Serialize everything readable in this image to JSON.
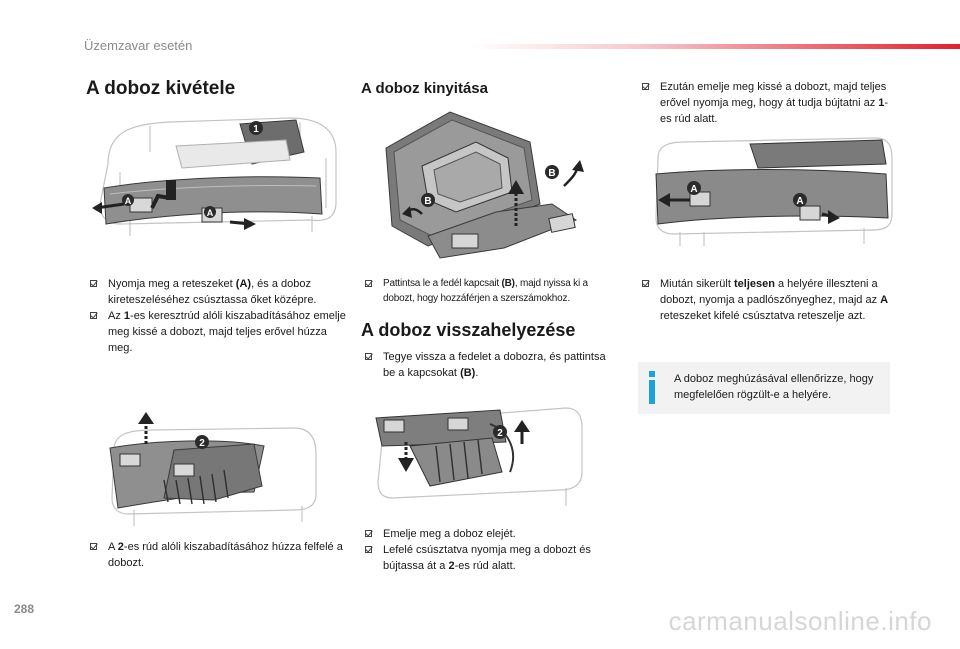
{
  "header": {
    "section": "Üzemzavar esetén"
  },
  "footer": {
    "page_number": "288",
    "watermark": "carmanualsonline.info"
  },
  "col1": {
    "title": "A doboz kivétele",
    "steps_a": [
      [
        "Nyomja meg a reteszeket ",
        "(A)",
        ", és a doboz kireteszeléséhez csúsztassa őket középre."
      ],
      [
        "Az ",
        "1",
        "-es keresztrúd alóli kiszabadításához emelje meg kissé a dobozt, majd teljes erővel húzza meg."
      ]
    ],
    "steps_b": [
      [
        "A ",
        "2",
        "-es rúd alóli kiszabadításához húzza felfelé a dobozt."
      ]
    ],
    "callouts": {
      "one": "1",
      "two": "2",
      "a": "A"
    }
  },
  "col2": {
    "title": "A doboz kinyitása",
    "steps_a": [
      [
        "Pattintsa le a fedél kapcsait ",
        "(B)",
        ", majd nyissa ki a dobozt, hogy hozzáférjen a szerszámokhoz."
      ]
    ],
    "title2": "A doboz visszahelyezése",
    "steps_b": [
      [
        "Tegye vissza a fedelet a dobozra, és pattintsa be a kapcsokat ",
        "(B)",
        "."
      ]
    ],
    "steps_c": [
      [
        "Emelje meg a doboz elejét.",
        "",
        ""
      ],
      [
        "Lefelé csúsztatva nyomja meg a dobozt és bújtassa át a ",
        "2",
        "-es rúd alatt."
      ]
    ],
    "callouts": {
      "b": "B",
      "two": "2"
    }
  },
  "col3": {
    "steps_a": [
      [
        "Ezután emelje meg kissé a dobozt, majd teljes erővel nyomja meg, hogy át tudja bújtatni az ",
        "1",
        "-es rúd alatt."
      ]
    ],
    "steps_b": [
      [
        "Miután sikerült ",
        "teljesen",
        " a helyére illeszteni a dobozt, nyomja a padlószőnyeghez, majd az ",
        "A",
        " reteszeket kifelé csúsztatva reteszelje azt."
      ]
    ],
    "info": "A doboz meghúzásával ellenőrizze, hogy megfelelően rögzült-e a helyére.",
    "callouts": {
      "a": "A"
    }
  },
  "colors": {
    "accent_red": "#e4202c",
    "info_blue": "#1aa3e0",
    "info_bg": "#f2f2f2",
    "callout": "#2b2b2b"
  }
}
